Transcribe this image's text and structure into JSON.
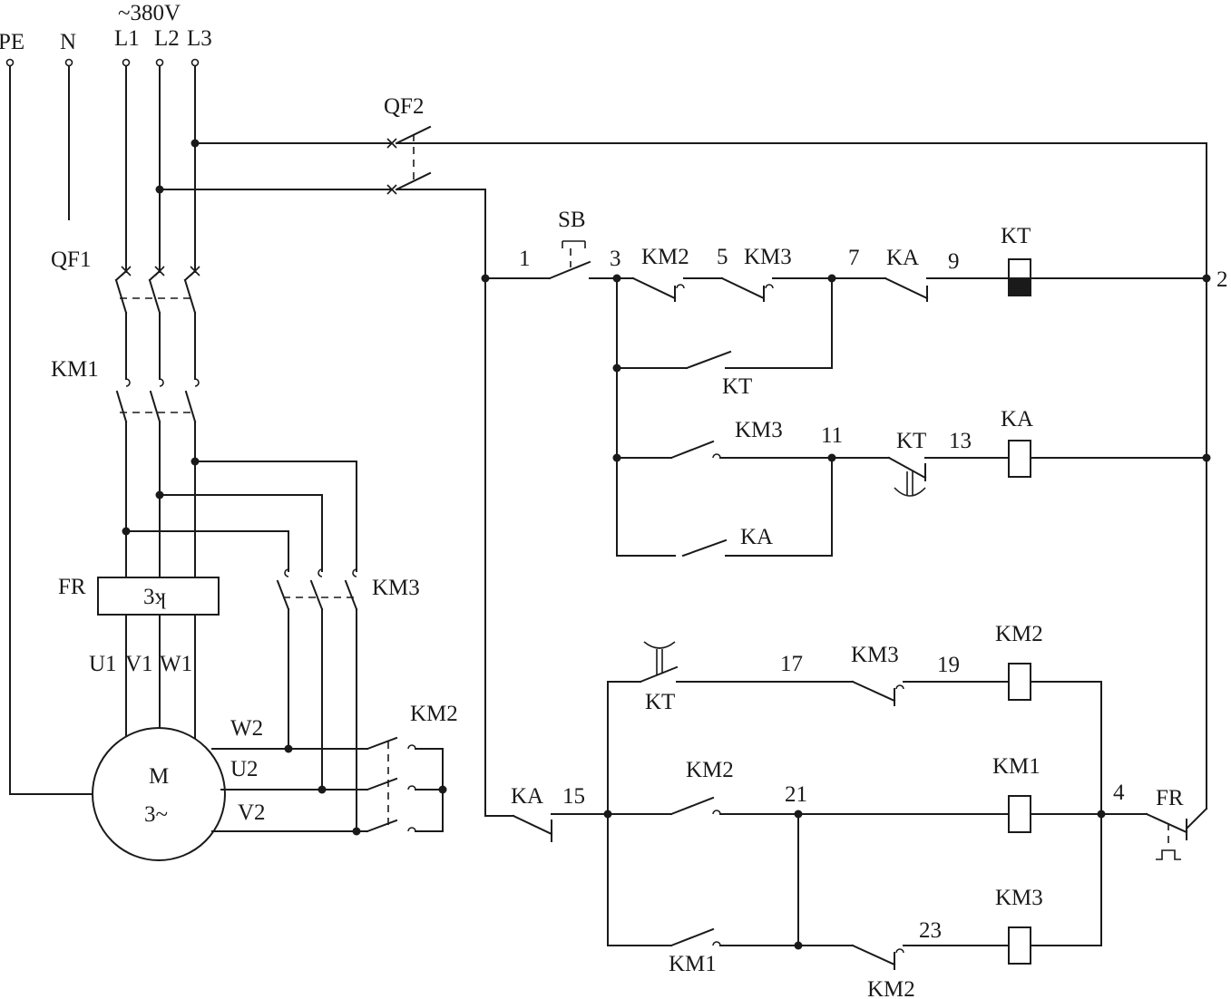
{
  "supply": {
    "voltage": "~380V",
    "pe": "PE",
    "n": "N",
    "l1": "L1",
    "l2": "L2",
    "l3": "L3"
  },
  "power": {
    "qf1": "QF1",
    "qf2": "QF2",
    "km1": "KM1",
    "km3": "KM3",
    "km2": "KM2",
    "fr": "FR",
    "fr_box": "3ʞ",
    "u1": "U1",
    "v1": "V1",
    "w1": "W1",
    "w2": "W2",
    "u2": "U2",
    "v2": "V2",
    "motor": "M",
    "motor_sub": "3~"
  },
  "control": {
    "sb": "SB",
    "n1": "1",
    "n3": "3",
    "km2_a": "KM2",
    "n5": "5",
    "km3_a": "KM3",
    "n7": "7",
    "ka_a": "KA",
    "n9": "9",
    "kt_coil": "KT",
    "n2": "2",
    "kt_b": "KT",
    "km3_b": "KM3",
    "n11": "11",
    "kt_c": "KT",
    "n13": "13",
    "ka_coil": "KA",
    "ka_b": "KA",
    "kt_d": "KT",
    "n17": "17",
    "km3_c": "KM3",
    "n19": "19",
    "km2_coil": "KM2",
    "ka_d": "KA",
    "n15": "15",
    "km2_b": "KM2",
    "n21": "21",
    "km1_coil": "KM1",
    "n4": "4",
    "fr_c": "FR",
    "km1_b": "KM1",
    "km2_c": "KM2",
    "n23": "23",
    "km3_coil": "KM3"
  }
}
